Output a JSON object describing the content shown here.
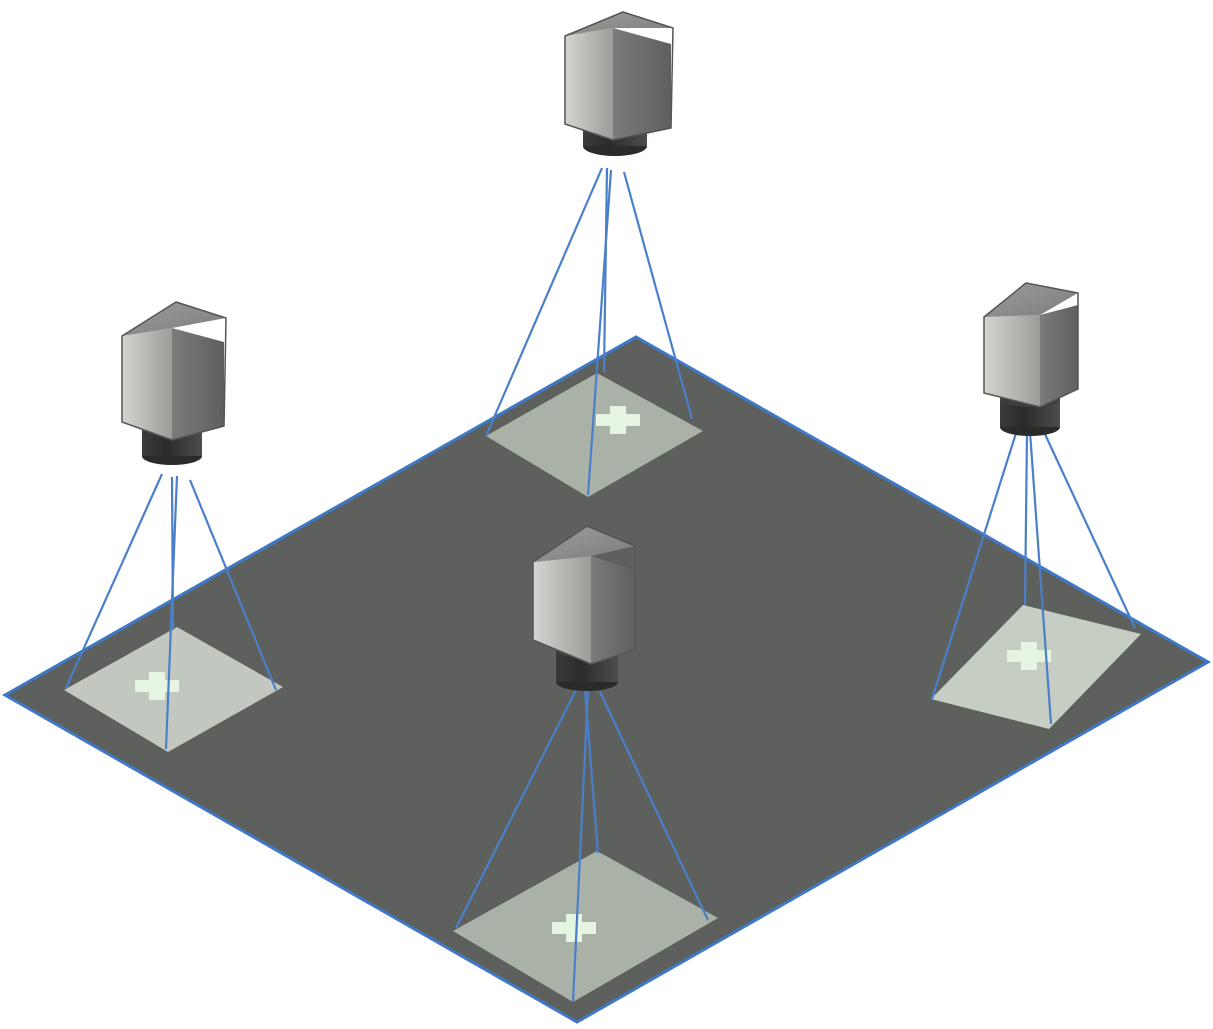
{
  "scene": {
    "description_text": "",
    "colors": {
      "background": "#ffffff",
      "plate": "#5e605e",
      "plate_edge": "#3f78c4",
      "fov_area": "#aab1a7",
      "fov_area_bright": "#c6cec3",
      "ray": "#4a7fc9",
      "target_marker": "#e6f5e2",
      "camera_body_light": "#c3c5c1",
      "camera_body_dark": "#6c6e6b",
      "camera_top": "#8e908c",
      "lens": "#2e302e"
    },
    "cameras": [
      {
        "id": "camera-top-center",
        "icon": "camera-icon"
      },
      {
        "id": "camera-left",
        "icon": "camera-icon"
      },
      {
        "id": "camera-right",
        "icon": "camera-icon"
      },
      {
        "id": "camera-front-center",
        "icon": "camera-icon"
      }
    ],
    "targets": [
      {
        "id": "target-top",
        "icon": "cross-marker-icon"
      },
      {
        "id": "target-left",
        "icon": "cross-marker-icon"
      },
      {
        "id": "target-right",
        "icon": "cross-marker-icon"
      },
      {
        "id": "target-front",
        "icon": "cross-marker-icon"
      }
    ]
  }
}
